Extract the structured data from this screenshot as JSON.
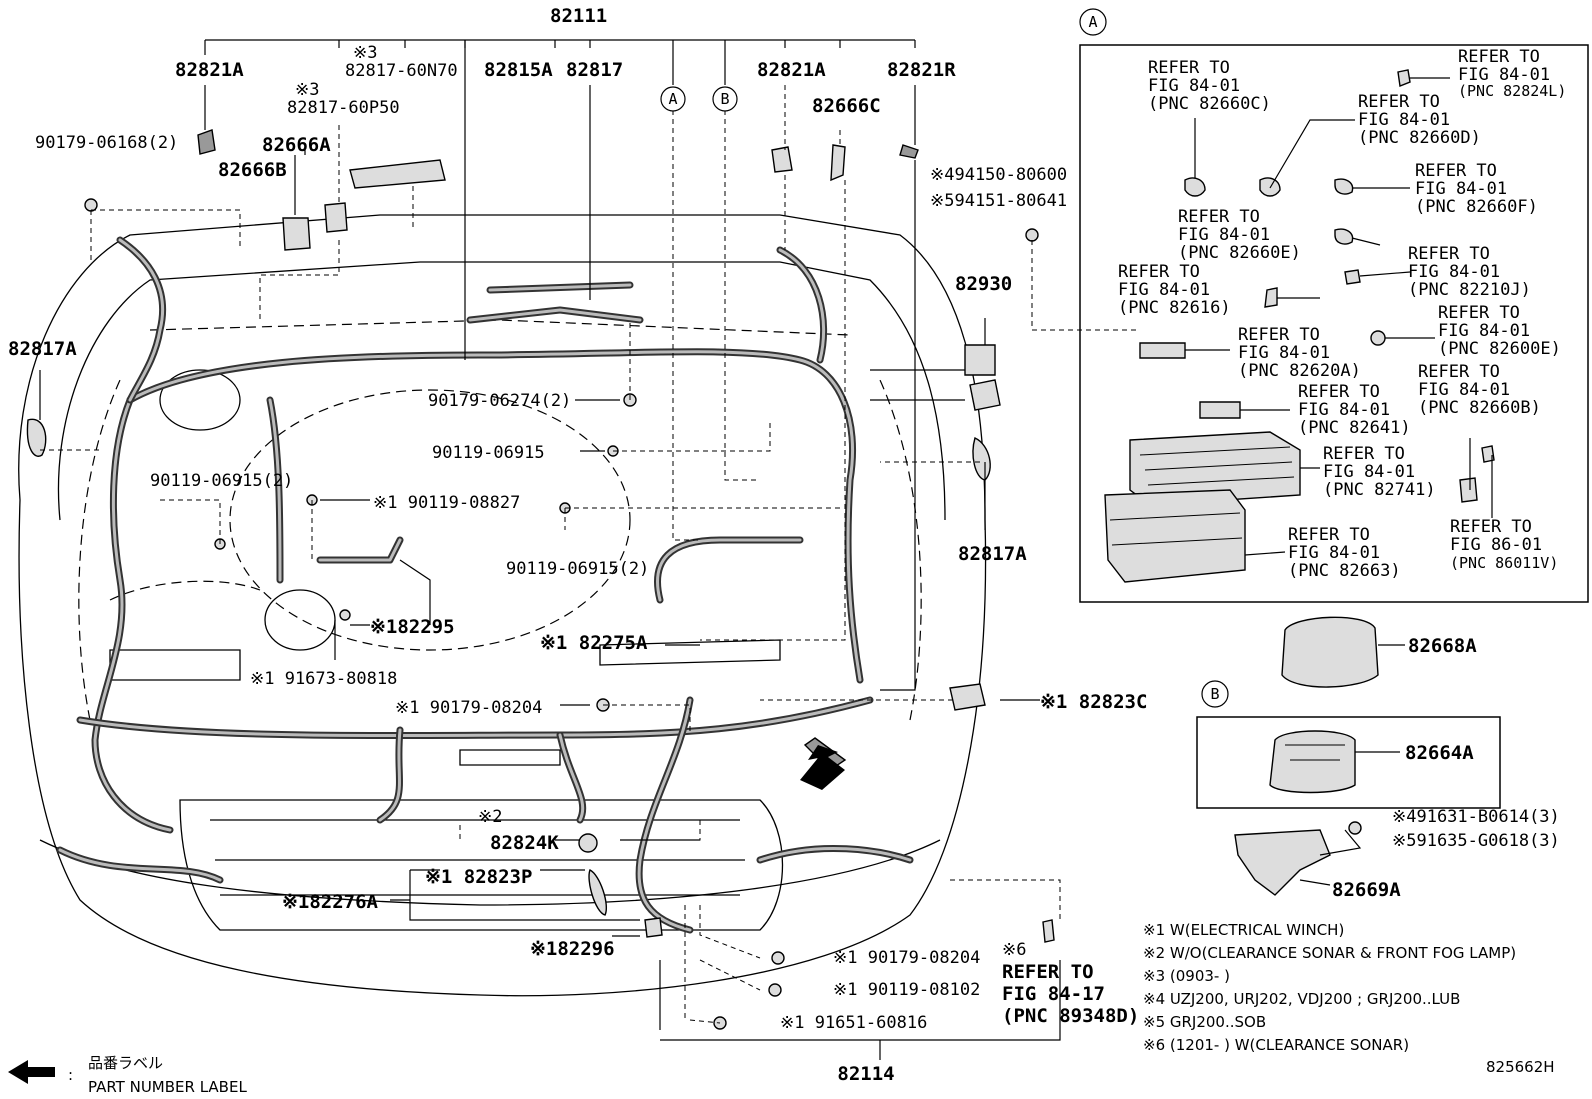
{
  "diagram_id": "825662H",
  "legend": {
    "label_jp": "品番ラベル",
    "label_en": "PART NUMBER LABEL",
    "colon": ":"
  },
  "box_A": {
    "marker": "A",
    "refs": [
      {
        "ref": "REFER TO",
        "fig": "FIG 84-01",
        "pnc": "(PNC 82660C)"
      },
      {
        "ref": "REFER TO",
        "fig": "FIG 84-01",
        "pnc": "(PNC 82824L)"
      },
      {
        "ref": "REFER TO",
        "fig": "FIG 84-01",
        "pnc": "(PNC 82660D)"
      },
      {
        "ref": "REFER TO",
        "fig": "FIG 84-01",
        "pnc": "(PNC 82660F)"
      },
      {
        "ref": "REFER TO",
        "fig": "FIG 84-01",
        "pnc": "(PNC 82660E)"
      },
      {
        "ref": "REFER TO",
        "fig": "FIG 84-01",
        "pnc": "(PNC 82210J)"
      },
      {
        "ref": "REFER TO",
        "fig": "FIG 84-01",
        "pnc": "(PNC 82616)"
      },
      {
        "ref": "REFER TO",
        "fig": "FIG 84-01",
        "pnc": "(PNC 82600E)"
      },
      {
        "ref": "REFER TO",
        "fig": "FIG 84-01",
        "pnc": "(PNC 82620A)"
      },
      {
        "ref": "REFER TO",
        "fig": "FIG 84-01",
        "pnc": "(PNC 82660B)"
      },
      {
        "ref": "REFER TO",
        "fig": "FIG 84-01",
        "pnc": "(PNC 82641)"
      },
      {
        "ref": "REFER TO",
        "fig": "FIG 84-01",
        "pnc": "(PNC 82741)"
      },
      {
        "ref": "REFER TO",
        "fig": "FIG 84-01",
        "pnc": "(PNC 82663)"
      },
      {
        "ref": "REFER TO",
        "fig": "FIG 86-01",
        "pnc": "(PNC 86011V)"
      }
    ]
  },
  "box_B": {
    "marker": "B",
    "part": "82664A"
  },
  "labels": {
    "p82111": "82111",
    "p82114": "82114",
    "p82821A_l": "82821A",
    "p82821A_r": "82821A",
    "p82821R": "82821R",
    "p82815A": "82815A",
    "p82817": "82817",
    "p82666A": "82666A",
    "p82666B": "82666B",
    "p82666C": "82666C",
    "p82817A_l": "82817A",
    "p82817A_r": "82817A",
    "p82930": "82930",
    "p82668A": "82668A",
    "p82669A": "82669A",
    "p82817_60N70": "82817-60N70",
    "p82817_60P50": "82817-60P50",
    "mk3a": "※3",
    "mk3b": "※3",
    "b90179_06168": "90179-06168(2)",
    "b90179_06274": "90179-06274(2)",
    "b90119_06915": "90119-06915",
    "b90119_06915_2a": "90119-06915(2)",
    "b90119_06915_2b": "90119-06915(2)",
    "b90119_08827": "※1 90119-08827",
    "b94150": "※494150-80600",
    "b94151": "※594151-80641",
    "p82295": "※182295",
    "b91673": "※1 91673-80818",
    "p82275A": "※1 82275A",
    "b90179_08204a": "※1 90179-08204",
    "p82823C": "※1 82823C",
    "mk2": "※2",
    "p82824K": "82824K",
    "p82823P": "※1 82823P",
    "p82276A": "※182276A",
    "p82296": "※182296",
    "b90179_08204b": "※1 90179-08204",
    "b90119_08102": "※1 90119-08102",
    "b91651": "※1 91651-60816",
    "b91631": "※491631-B0614(3)",
    "b91635": "※591635-G0618(3)",
    "mk6": "※6",
    "ref_6_a": "REFER TO",
    "ref_6_b": "FIG 84-17",
    "ref_6_c": "(PNC 89348D)",
    "circA": "A",
    "circB": "B"
  },
  "notes": [
    "※1 W(ELECTRICAL WINCH)",
    "※2 W/O(CLEARANCE SONAR & FRONT FOG LAMP)",
    "※3 (0903-      )",
    "※4 UZJ200, URJ202, VDJ200 ; GRJ200..LUB",
    "※5 GRJ200..SOB",
    "※6 (1201-      ) W(CLEARANCE SONAR)"
  ]
}
